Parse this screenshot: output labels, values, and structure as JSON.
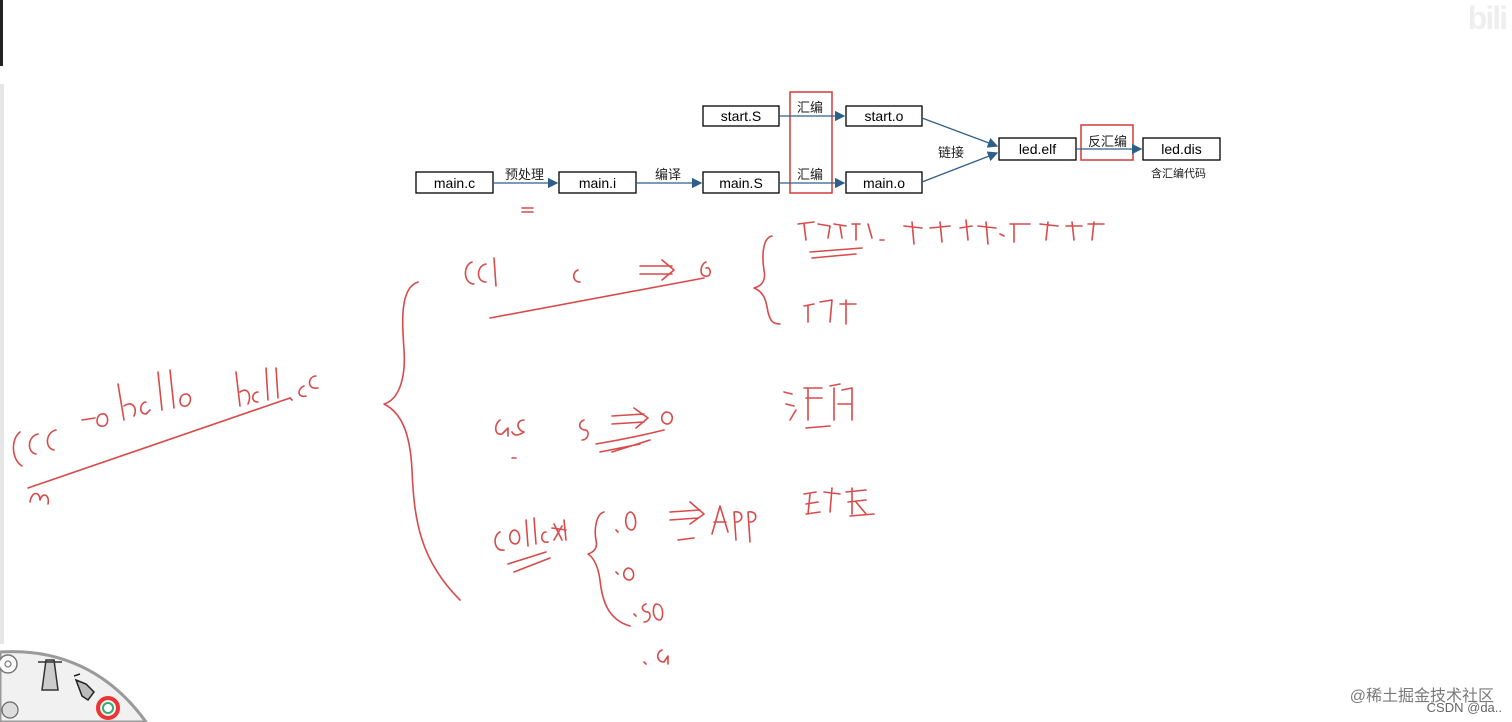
{
  "diagram": {
    "nodes": {
      "start_S": "start.S",
      "start_o": "start.o",
      "main_c": "main.c",
      "main_i": "main.i",
      "main_S": "main.S",
      "main_o": "main.o",
      "led_elf": "led.elf",
      "led_dis": "led.dis"
    },
    "edges": {
      "preprocess": "预处理",
      "compile": "编译",
      "assemble_top": "汇编",
      "assemble_bottom": "汇编",
      "link": "链接",
      "disassemble": "反汇编"
    },
    "led_dis_note": "含汇编代码"
  },
  "watermarks": {
    "juejin": "@稀土掘金技术社区",
    "csdn": "CSDN @da.."
  },
  "colors": {
    "ink": "#d94a4a",
    "arrow": "#2e5f8a",
    "highlight_box": "#d33a3a"
  }
}
